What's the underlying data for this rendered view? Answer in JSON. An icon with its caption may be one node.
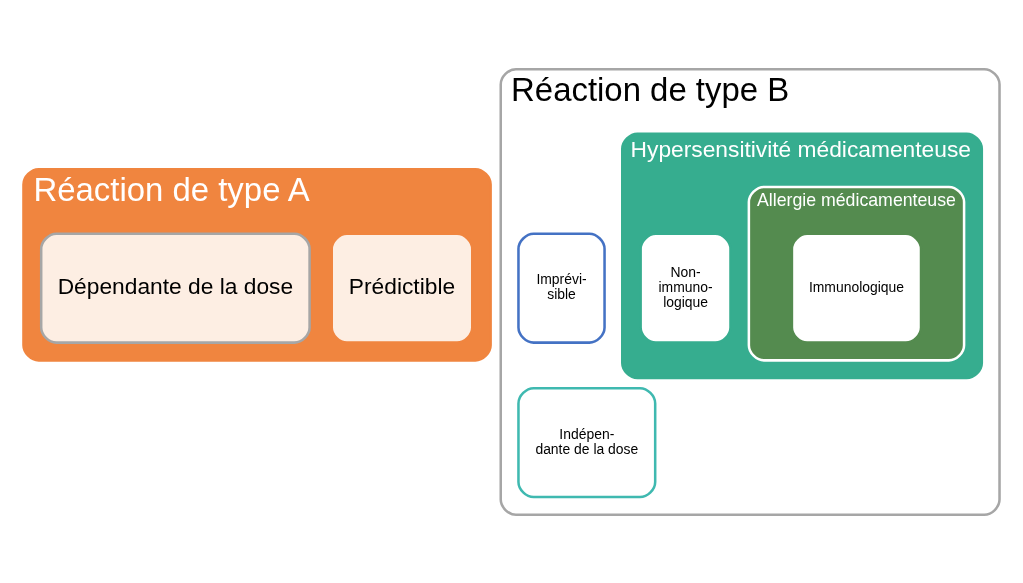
{
  "diagram": {
    "nodes": [
      {
        "text": [
          "Réaction de type A"
        ]
      },
      {
        "text": [
          "Prédictible"
        ],
        "in": 0
      },
      {
        "text": [
          "Dépendante de la dose"
        ],
        "in": 0
      },
      {
        "text": [
          "Réaction de type B"
        ]
      },
      {
        "text": [
          "Imprévi- sible"
        ],
        "in": 3
      },
      {
        "text": [
          "Indépen- dante de la dose"
        ],
        "in": 3
      },
      {
        "text": [
          "Hypersensitivité médicamenteuse"
        ],
        "in": 3
      },
      {
        "text": [
          "Non- immuno- logique"
        ],
        "in": 6
      },
      {
        "text": [
          "Allergie médicamenteuse"
        ],
        "in": 6
      },
      {
        "text": [
          "Immunologique"
        ],
        "in": 8
      }
    ],
    "edges": []
  }
}
